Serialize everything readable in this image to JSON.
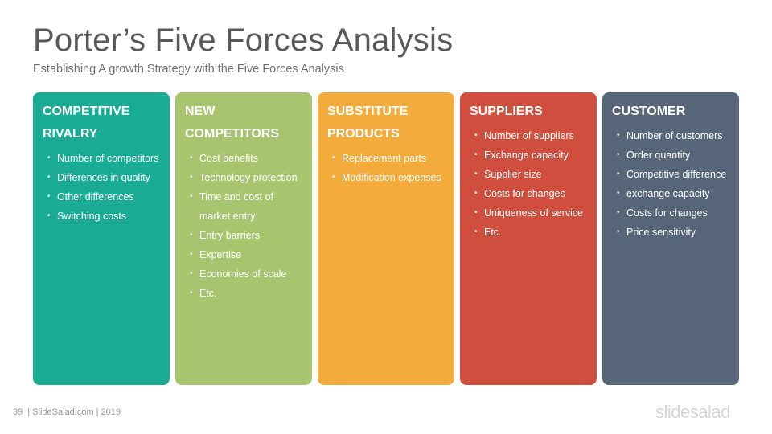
{
  "slide": {
    "title": "Porter’s Five Forces Analysis",
    "subtitle": "Establishing A growth Strategy with the Five Forces Analysis"
  },
  "columns": [
    {
      "title": "COMPETITIVE RIVALRY",
      "color": "#1aab94",
      "items": [
        "Number of competitors",
        "Differences in quality",
        "Other differences",
        "Switching costs"
      ]
    },
    {
      "title": "NEW COMPETITORS",
      "color": "#a9c46f",
      "items": [
        "Cost benefits",
        "Technology protection",
        "Time and cost of market entry",
        "Entry barriers",
        "Expertise",
        "Economies of scale",
        "Etc."
      ]
    },
    {
      "title": "SUBSTITUTE PRODUCTS",
      "color": "#f3ac3c",
      "items": [
        "Replacement parts",
        "Modification expenses"
      ]
    },
    {
      "title": "SUPPLIERS",
      "color": "#cf4e3d",
      "items": [
        "Number of suppliers",
        "Exchange capacity",
        "Supplier size",
        "Costs for changes",
        "Uniqueness of service",
        "Etc."
      ]
    },
    {
      "title": "CUSTOMER",
      "color": "#566578",
      "items": [
        "Number of customers",
        "Order quantity",
        "Competitive difference",
        "exchange capacity",
        "Costs for changes",
        "Price sensitivity"
      ]
    }
  ],
  "footer": {
    "page_number": "39",
    "credit": "| SlideSalad.com | 2019",
    "brand": "slidesalad"
  }
}
